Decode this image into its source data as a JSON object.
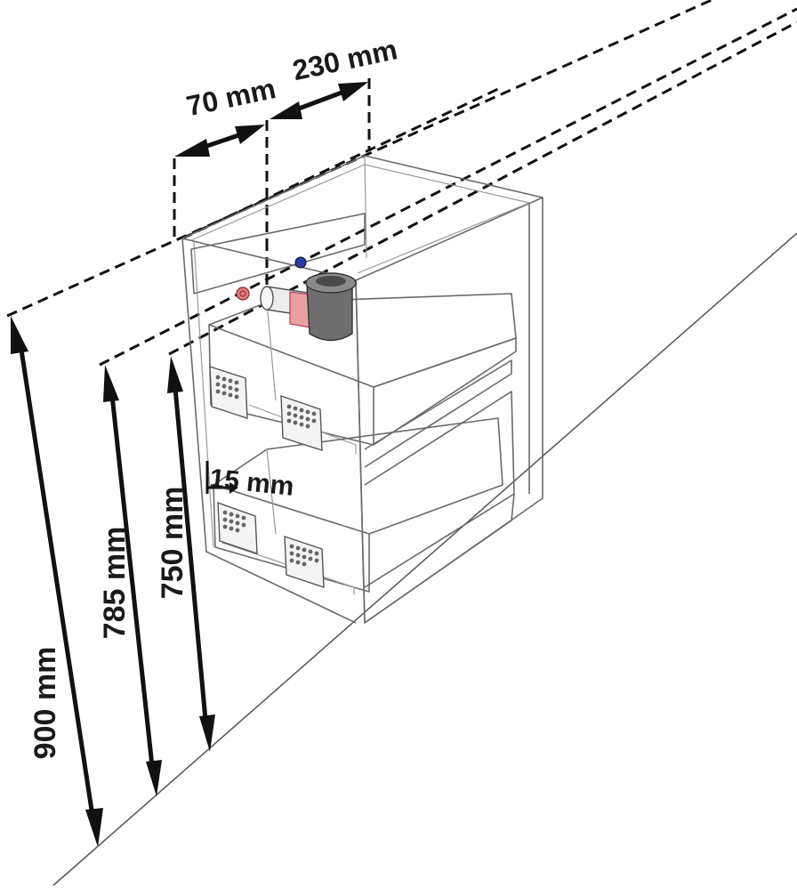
{
  "dimensions": {
    "height_total": "900 mm",
    "height_middle": "785 mm",
    "height_inner": "750 mm",
    "depth_front": "70 mm",
    "depth_back": "230 mm",
    "offset": "15 mm"
  },
  "colors": {
    "lines": "#111111",
    "cabinet_edges": "#6b6b6b",
    "hot_water_connection": "#e07a7a",
    "cold_water_connection": "#2a3aa8",
    "siphon": "#6e6e6e"
  },
  "icons": {
    "siphon": "drain-siphon-icon",
    "hot_valve": "hot-water-valve-icon",
    "cold_valve": "cold-water-valve-icon"
  }
}
